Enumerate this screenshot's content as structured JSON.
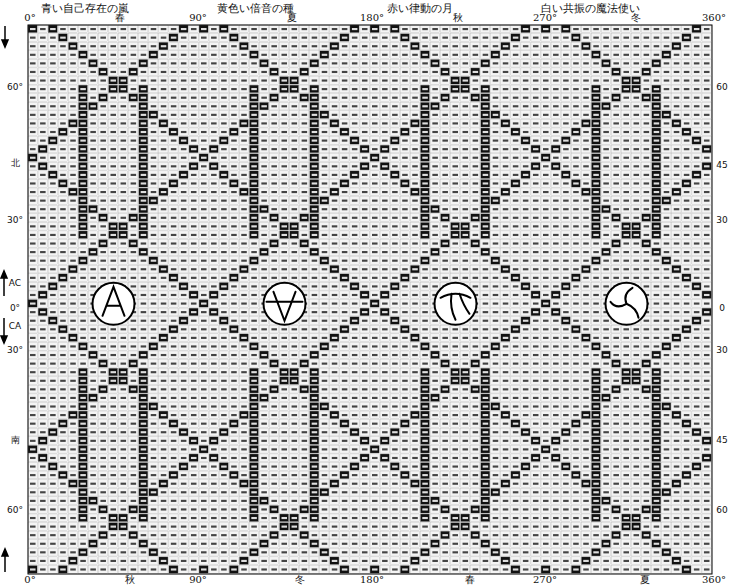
{
  "diagram": {
    "labels": [
      "青い自己存在の嵐",
      "黄色い倍音の種",
      "赤い律動の月",
      "白い共振の魔法使い",
      "0°",
      "春",
      "90°",
      "夏",
      "180°",
      "秋",
      "270°",
      "冬",
      "360°",
      "60°",
      "北",
      "30°",
      "AC",
      "0°",
      "CA",
      "30°",
      "南",
      "60°",
      "60",
      "45",
      "30",
      "0",
      "30",
      "45",
      "60",
      "0°",
      "秋",
      "90°",
      "冬",
      "180°",
      "春",
      "270°",
      "夏",
      "360°"
    ]
  }
}
